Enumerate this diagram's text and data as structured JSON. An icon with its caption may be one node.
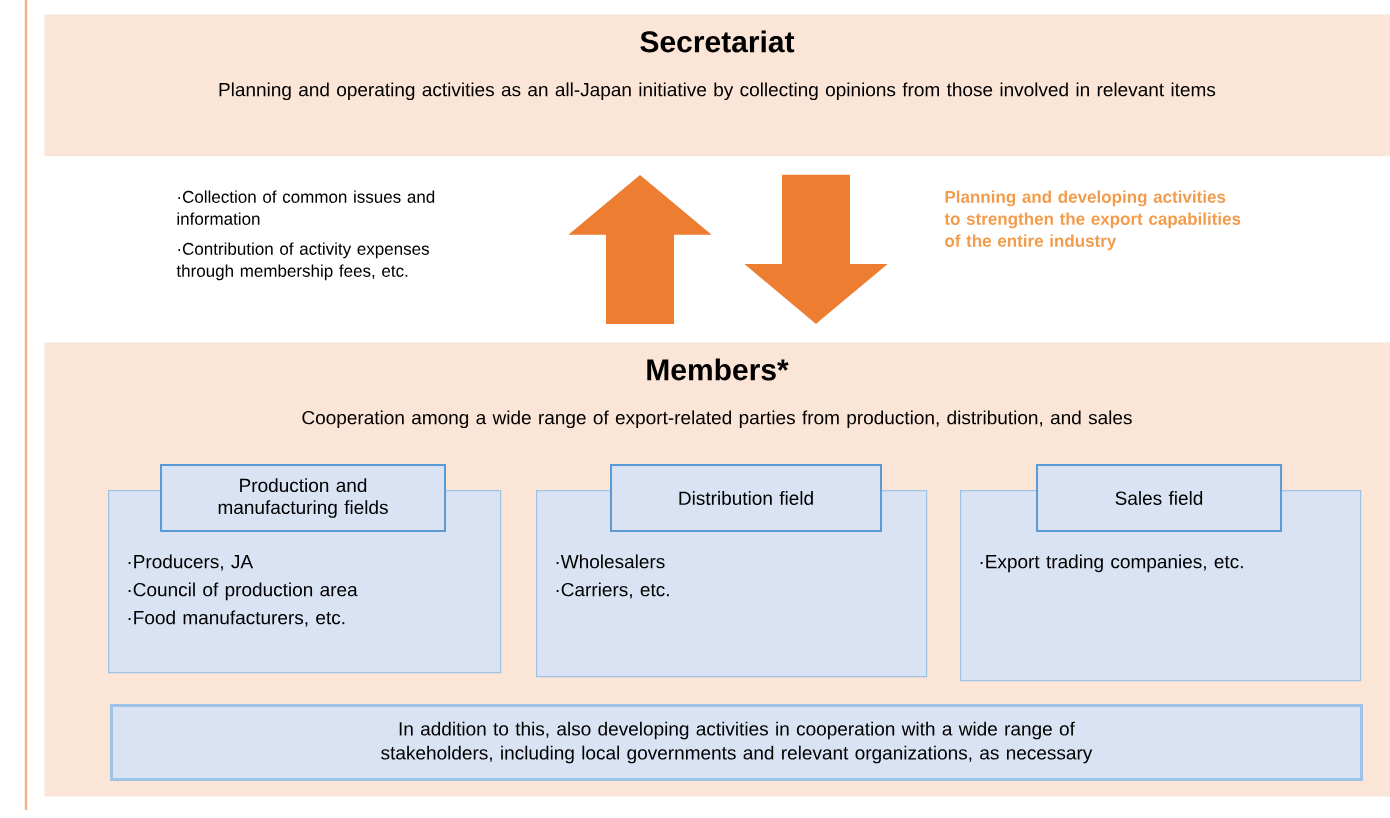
{
  "diagram": {
    "nodes": [
      {
        "text": [
          "Secretariat",
          "Planning and operating activities as an all-Japan initiative by collecting opinions from those involved in relevant items"
        ]
      },
      {
        "text": [
          "Members*",
          "Cooperation among a wide range of export-related parties from production, distribution, and sales"
        ]
      },
      {
        "text": [
          "Production and manufacturing fields"
        ],
        "in": 1
      },
      {
        "text": [
          "·Producers, JA",
          "·Council of production area",
          "·Food manufacturers, etc."
        ],
        "in": 1
      },
      {
        "text": [
          "Distribution field"
        ],
        "in": 1
      },
      {
        "text": [
          "·Wholesalers",
          "·Carriers, etc."
        ],
        "in": 1
      },
      {
        "text": [
          "Sales field"
        ],
        "in": 1
      },
      {
        "text": [
          "·Export trading companies, etc."
        ],
        "in": 1
      },
      {
        "text": [
          "In addition to this, also developing activities in cooperation with a wide range of stakeholders, including local governments and relevant organizations, as necessary"
        ],
        "in": 1
      }
    ],
    "edges": [
      {
        "from": 1,
        "to": 0,
        "arrow": "to"
      },
      {
        "from": 0,
        "to": 1,
        "arrow": "to"
      }
    ],
    "labels": [
      "·Collection of common issues and information",
      "·Contribution of activity expenses through membership fees, etc.",
      "Planning and developing activities to strengthen the export capabilities of the entire industry"
    ]
  }
}
